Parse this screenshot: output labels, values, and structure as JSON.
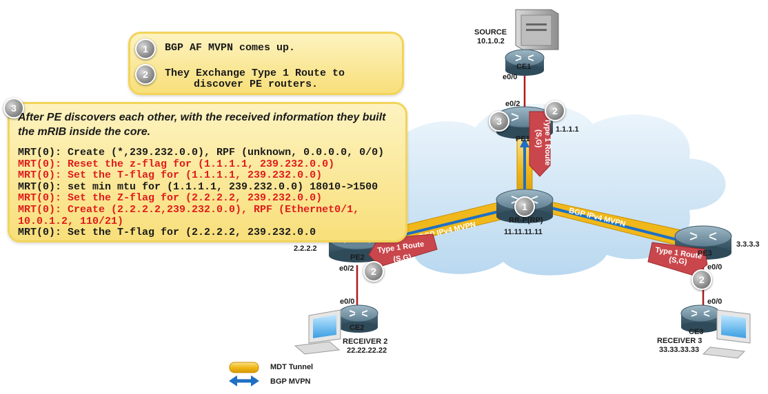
{
  "steps": {
    "step1": {
      "num": "1",
      "text": "BGP AF MVPN comes up."
    },
    "step2": {
      "num": "2",
      "line1": "They Exchange Type 1 Route to",
      "line2": "discover PE routers."
    },
    "step3": {
      "num": "3",
      "text": "After PE discovers each other, with the received information they built the mRIB inside the core."
    }
  },
  "log": [
    {
      "text": "MRT(0): Create (*,239.232.0.0), RPF (unknown, 0.0.0.0, 0/0)",
      "highlight": false
    },
    {
      "text": "MRT(0): Reset the z-flag for (1.1.1.1, 239.232.0.0)",
      "highlight": true
    },
    {
      "text": "MRT(0): Set the T-flag for (1.1.1.1, 239.232.0.0)",
      "highlight": true
    },
    {
      "text": "MRT(0): set min mtu for (1.1.1.1, 239.232.0.0) 18010->1500",
      "highlight": false
    },
    {
      "text": "MRT(0): Set the Z-flag for (2.2.2.2, 239.232.0.0)",
      "highlight": true
    },
    {
      "text": "MRT(0): Create (2.2.2.2,239.232.0.0), RPF (Ethernet0/1,",
      "highlight": true
    },
    {
      "text": "10.0.1.2, 110/21)",
      "highlight": true
    },
    {
      "text": "MRT(0): Set the T-flag for (2.2.2.2, 239.232.0.0",
      "highlight": false
    }
  ],
  "devices": {
    "source": {
      "name": "SOURCE",
      "ip": "10.1.0.2"
    },
    "ce1": {
      "name": "CE1",
      "iface": "e0/0"
    },
    "pe1": {
      "name": "PE1",
      "iface": "e0/2",
      "ip": "1.1.1.1"
    },
    "rr": {
      "name": "RR-P(RP)",
      "ip": "11.11.11.11"
    },
    "pe2": {
      "name": "PE2",
      "iface": "e0/2",
      "ip": "2.2.2.2"
    },
    "pe3": {
      "name": "PE3",
      "iface": "e0/0",
      "ip": "3.3.3.3"
    },
    "ce2": {
      "name": "CE2",
      "iface": "e0/0"
    },
    "ce3": {
      "name": "CE3",
      "iface": "e0/0"
    },
    "receiver2": {
      "name": "RECEIVER 2",
      "ip": "22.22.22.22"
    },
    "receiver3": {
      "name": "RECEIVER 3",
      "ip": "33.33.33.33"
    }
  },
  "links": {
    "bgp_left": "BGP IPv4 MVPN",
    "bgp_right": "BGP IPv4 MVPN"
  },
  "routes": {
    "type1_pe1": {
      "line1": "Type 1 Route",
      "line2": "(S,G)"
    },
    "type1_pe2": {
      "line1": "Type 1 Route",
      "line2": "(S,G)"
    },
    "type1_pe3": {
      "line1": "Type 1 Route",
      "line2": "(S,G)"
    }
  },
  "badges": {
    "rr": "1",
    "pe1_step2": "2",
    "pe1_step3": "3",
    "pe2": "2",
    "pe3": "2"
  },
  "legend": {
    "mdt": "MDT Tunnel",
    "bgp": "BGP MVPN"
  },
  "colors": {
    "tunnel": "#f2c230",
    "bgp": "#1f6fc4",
    "link": "#a81d1d",
    "route": "#c9474c",
    "box": "#f8df7a"
  }
}
